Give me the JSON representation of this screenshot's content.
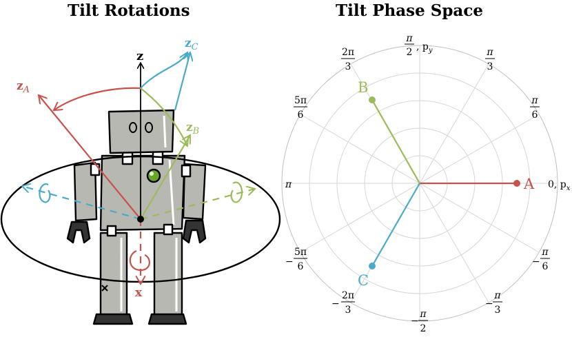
{
  "left_panel": {
    "title": "Tilt Rotations",
    "axes": {
      "z": "z",
      "x": "x",
      "zA": {
        "base": "z",
        "sub": "A"
      },
      "zB": {
        "base": "z",
        "sub": "B"
      },
      "zC": {
        "base": "z",
        "sub": "C"
      }
    }
  },
  "right_panel": {
    "title": "Tilt Phase Space",
    "angle_labels": {
      "deg0": "0, p",
      "deg0_sub": "x",
      "deg90_num": "π",
      "deg90_den": "2",
      "deg90_suffix": ", p",
      "deg90_sub": "y",
      "deg60_num": "π",
      "deg60_den": "3",
      "deg30_num": "π",
      "deg30_den": "6",
      "deg120_num": "2π",
      "deg120_den": "3",
      "deg150_num": "5π",
      "deg150_den": "6",
      "deg180": "π",
      "degm150_num": "5π",
      "degm150_den": "6",
      "degm120_num": "2π",
      "degm120_den": "3",
      "degm90_num": "π",
      "degm90_den": "2",
      "degm60_num": "π",
      "degm60_den": "3",
      "degm30_num": "π",
      "degm30_den": "6",
      "minus": "−"
    },
    "points": [
      {
        "label": "A",
        "color": "#c8514a"
      },
      {
        "label": "B",
        "color": "#9cbb5a"
      },
      {
        "label": "C",
        "color": "#4aaac8"
      }
    ]
  },
  "colors": {
    "red": "#c8514a",
    "green": "#9cbb5a",
    "blue": "#4aaac8",
    "robot_gray": "#b8b8b2",
    "grid": "#d6d6d6"
  }
}
